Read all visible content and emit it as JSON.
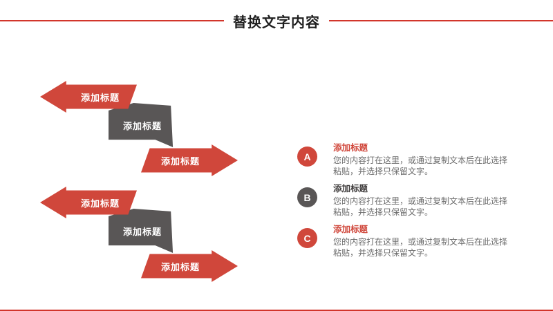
{
  "slide": {
    "title": "替换文字内容",
    "colors": {
      "accent": "#d0473b",
      "gray": "#595656",
      "rule": "#d2352b",
      "title_text": "#1f1f1f",
      "body_text": "#6b6b6b"
    }
  },
  "diagram": {
    "groups": [
      {
        "arrow_left": "添加标题",
        "band": "添加标题",
        "arrow_right": "添加标题"
      },
      {
        "arrow_left": "添加标题",
        "band": "添加标题",
        "arrow_right": "添加标题"
      }
    ]
  },
  "list": {
    "items": [
      {
        "badge": "A",
        "badge_color": "#d0473b",
        "title": "添加标题",
        "title_color": "#d0473b",
        "body": "您的内容打在这里，或通过复制文本后在此选择粘贴，并选择只保留文字。"
      },
      {
        "badge": "B",
        "badge_color": "#595656",
        "title": "添加标题",
        "title_color": "#3f3c3c",
        "body": "您的内容打在这里，或通过复制文本后在此选择粘贴，并选择只保留文字。"
      },
      {
        "badge": "C",
        "badge_color": "#d0473b",
        "title": "添加标题",
        "title_color": "#d0473b",
        "body": "您的内容打在这里，或通过复制文本后在此选择粘贴，并选择只保留文字。"
      }
    ]
  }
}
